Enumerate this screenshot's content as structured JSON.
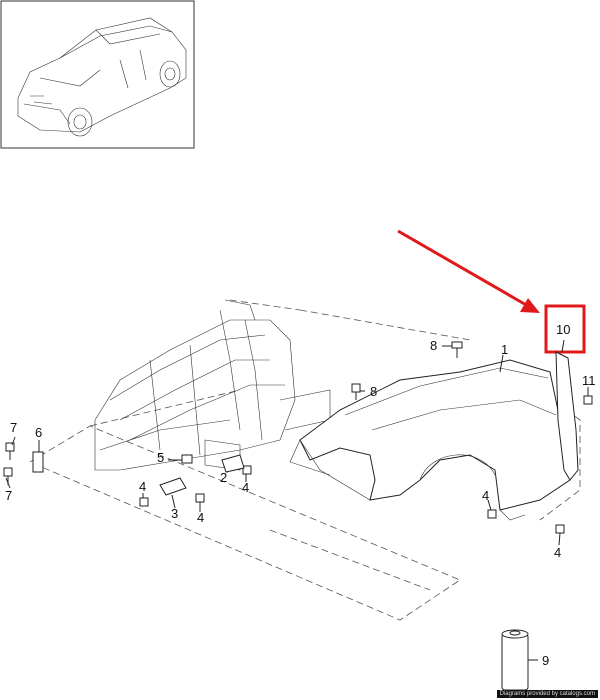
{
  "callouts": {
    "c1": "1",
    "c2": "2",
    "c3": "3",
    "c4a": "4",
    "c4b": "4",
    "c4c": "4",
    "c4d": "4",
    "c4e": "4",
    "c5": "5",
    "c6": "6",
    "c7a": "7",
    "c7b": "7",
    "c8a": "8",
    "c8b": "8",
    "c9": "9",
    "c10": "10",
    "c11": "11"
  },
  "credit": "Diagrams provided by catalogs.com",
  "colors": {
    "highlight": "#e0191b",
    "ink": "#222222",
    "background": "#ffffff"
  }
}
